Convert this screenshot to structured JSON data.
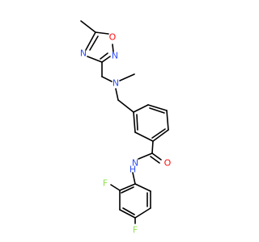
{
  "atoms": {
    "n_oxadiazole_1": "N",
    "o_oxadiazole": "O",
    "n_oxadiazole_2": "N",
    "n_amine": "N",
    "o_amide": "O",
    "nh_amide": "N",
    "h_amide": "H",
    "f_ortho": "F",
    "f_para": "F"
  },
  "colors": {
    "bond": "#000000",
    "nitrogen": "#3050f8",
    "oxygen": "#ff0d0d",
    "fluorine": "#90e050",
    "background": "#ffffff"
  }
}
